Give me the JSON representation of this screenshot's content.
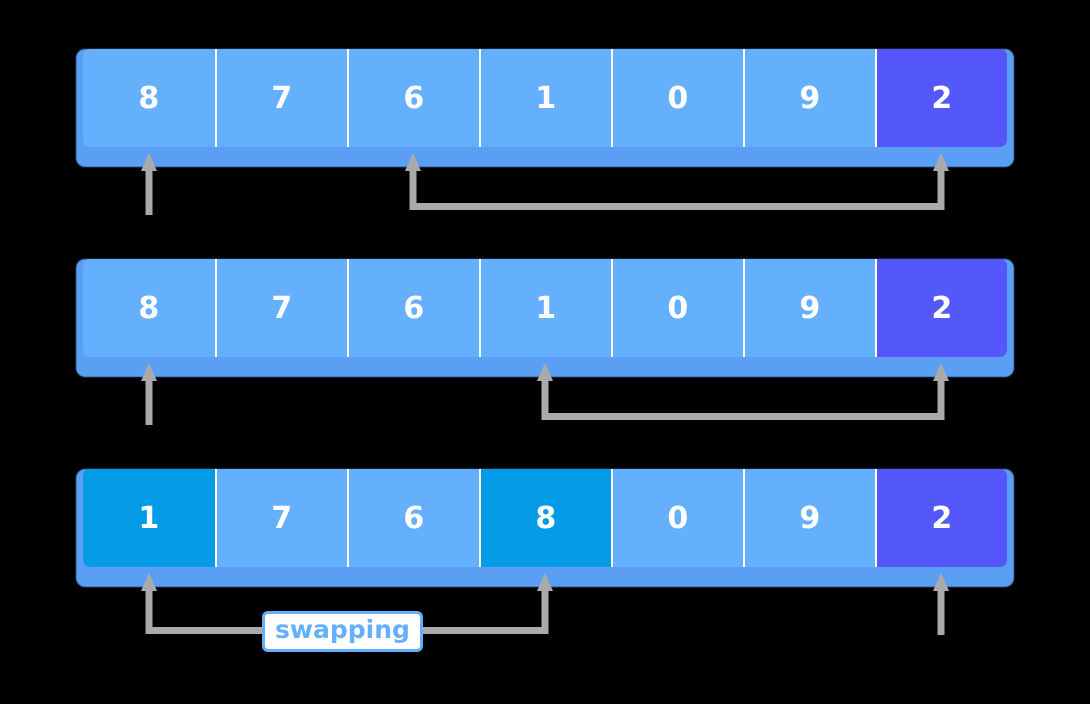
{
  "diagram": {
    "title": "quicksort-partition-swap-steps",
    "colors": {
      "normal": "#64B0FC",
      "pivot": "#5458FA",
      "highlight": "#039BE5",
      "shadow": "#5B9FF5",
      "marker": "#AAAAAA",
      "text": "#FFFFFF",
      "label_text": "#64B0FC",
      "label_bg": "#FFFFFF",
      "background": "#000000"
    },
    "rows": [
      {
        "id": "row-1",
        "cells": [
          {
            "value": "8",
            "state": "normal"
          },
          {
            "value": "7",
            "state": "normal"
          },
          {
            "value": "6",
            "state": "normal"
          },
          {
            "value": "1",
            "state": "normal"
          },
          {
            "value": "0",
            "state": "normal"
          },
          {
            "value": "9",
            "state": "normal"
          },
          {
            "value": "2",
            "state": "pivot"
          }
        ],
        "markers": [
          {
            "type": "pointer",
            "index": 0
          },
          {
            "type": "bracket",
            "from_index": 2,
            "to_index": 6,
            "label": ""
          }
        ]
      },
      {
        "id": "row-2",
        "cells": [
          {
            "value": "8",
            "state": "normal"
          },
          {
            "value": "7",
            "state": "normal"
          },
          {
            "value": "6",
            "state": "normal"
          },
          {
            "value": "1",
            "state": "normal"
          },
          {
            "value": "0",
            "state": "normal"
          },
          {
            "value": "9",
            "state": "normal"
          },
          {
            "value": "2",
            "state": "pivot"
          }
        ],
        "markers": [
          {
            "type": "pointer",
            "index": 0
          },
          {
            "type": "bracket",
            "from_index": 3,
            "to_index": 6,
            "label": ""
          }
        ]
      },
      {
        "id": "row-3",
        "cells": [
          {
            "value": "1",
            "state": "highlight"
          },
          {
            "value": "7",
            "state": "normal"
          },
          {
            "value": "6",
            "state": "normal"
          },
          {
            "value": "8",
            "state": "highlight"
          },
          {
            "value": "0",
            "state": "normal"
          },
          {
            "value": "9",
            "state": "normal"
          },
          {
            "value": "2",
            "state": "pivot"
          }
        ],
        "markers": [
          {
            "type": "bracket",
            "from_index": 0,
            "to_index": 3,
            "label": "swapping"
          },
          {
            "type": "pointer",
            "index": 6
          }
        ]
      }
    ],
    "labels": {
      "swapping": "swapping"
    }
  }
}
